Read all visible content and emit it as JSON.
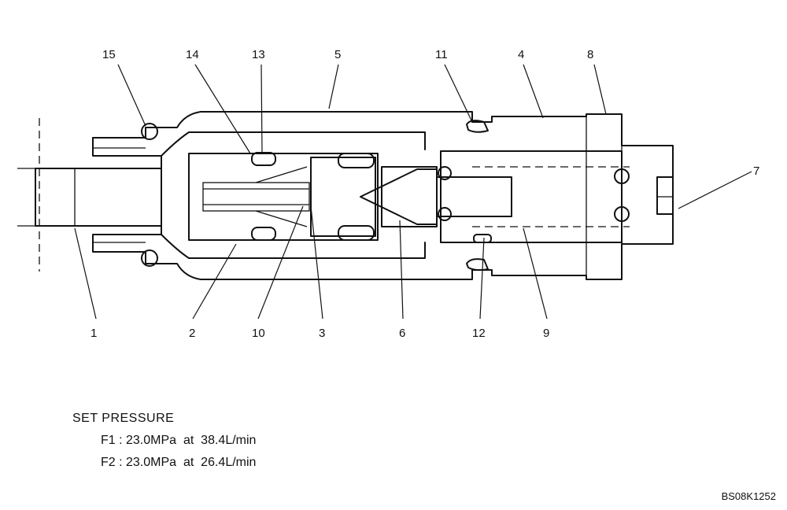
{
  "callouts": [
    "1",
    "2",
    "3",
    "4",
    "5",
    "6",
    "7",
    "8",
    "9",
    "10",
    "11",
    "12",
    "13",
    "14",
    "15"
  ],
  "set_pressure": {
    "title": "SET PRESSURE",
    "lines": [
      "F1 : 23.0MPa  at  38.4L/min",
      "F2 : 23.0MPa  at  26.4L/min"
    ]
  },
  "drawing_id": "BS08K1252"
}
